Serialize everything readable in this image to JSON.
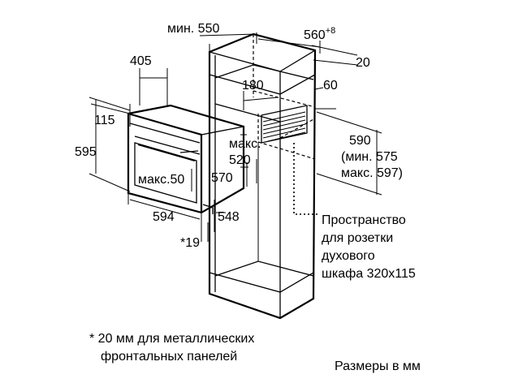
{
  "dimensions": {
    "min_550": "мин. 550",
    "d560": "560",
    "d560_sup": "+8",
    "d20": "20",
    "d405": "405",
    "d180": "180",
    "d60": "60",
    "d115": "115",
    "d595": "595",
    "max_label": "макс.",
    "d520": "520",
    "d590": "590",
    "min_575": "(мин. 575",
    "max_597": "макс. 597)",
    "max_50": "макс.50",
    "d570": "570",
    "d594": "594",
    "d548": "548",
    "star_19": "*19"
  },
  "socket_note": [
    "Пространство",
    "для розетки",
    "духового",
    "шкафа 320x115"
  ],
  "footnote": [
    "* 20 мм для металлических",
    "фронтальных панелей"
  ],
  "units_note": "Размеры в мм"
}
